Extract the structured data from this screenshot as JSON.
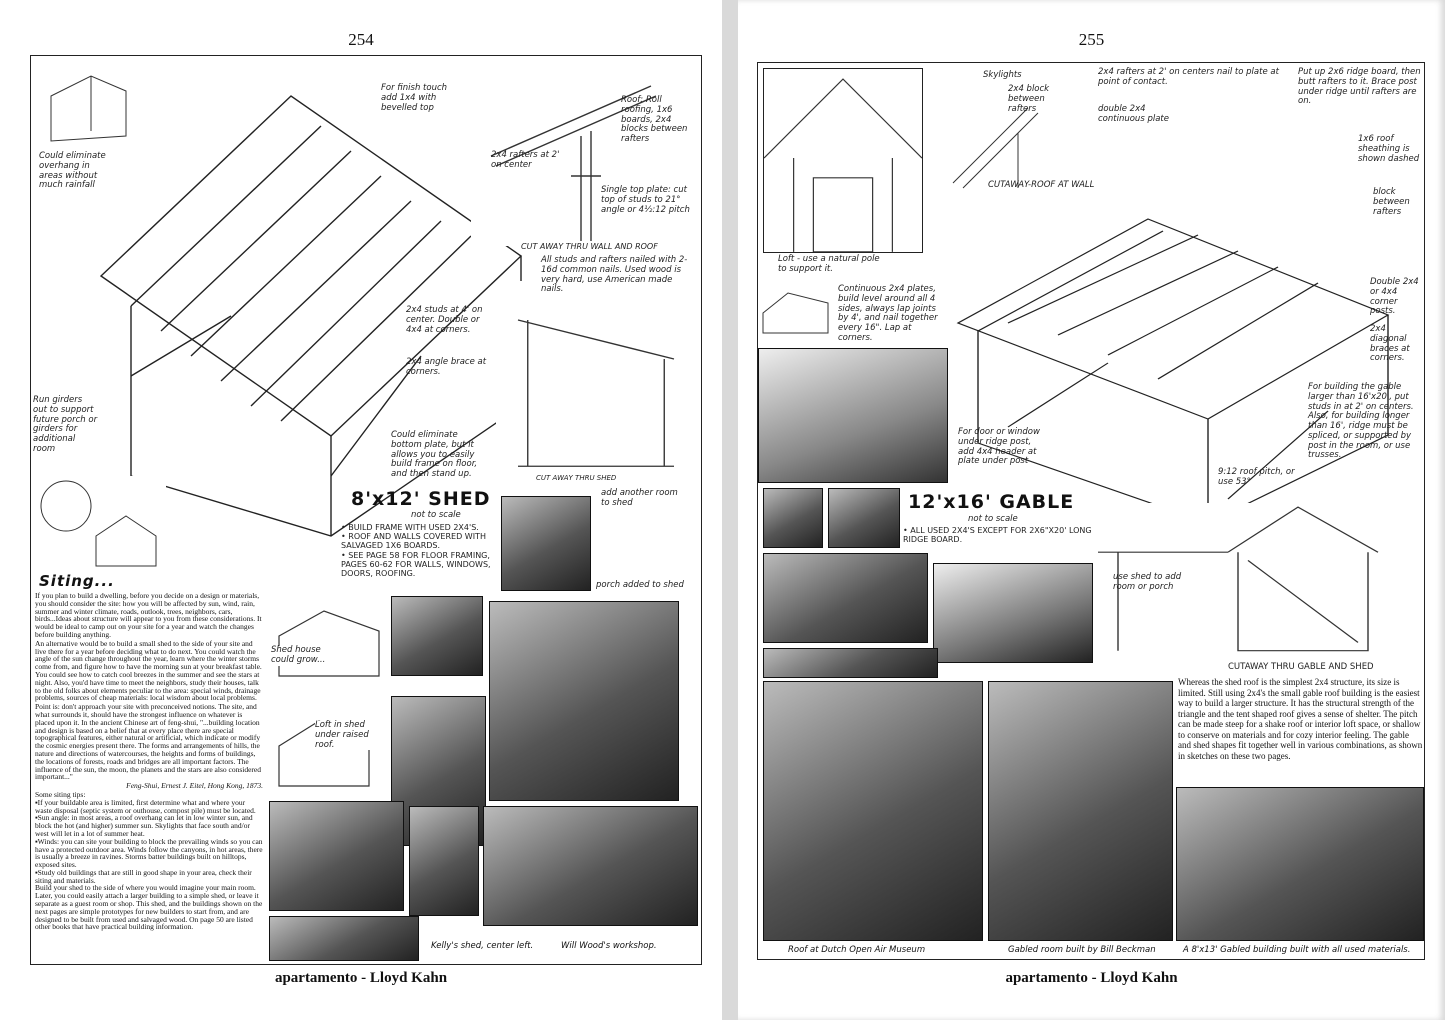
{
  "left_page": {
    "page_number": "254",
    "footer": "apartamento - Lloyd Kahn",
    "title": "8'x12' SHED",
    "subtitle": "not to scale",
    "notes": [
      "BUILD FRAME WITH USED 2X4'S.",
      "ROOF AND WALLS COVERED WITH SALVAGED 1X6 BOARDS.",
      "SEE PAGE 58 FOR FLOOR FRAMING, PAGES 60-62 FOR WALLS, WINDOWS, DOORS, ROOFING."
    ],
    "annotations": [
      "Could eliminate overhang in areas without much rainfall",
      "For finish touch add 1x4 with bevelled top",
      "Roof: Roll roofing, 1x6 boards, 2x4 blocks between rafters",
      "2x4 rafters at 2' on center",
      "Single top plate: cut top of studs to 21° angle or 4½:12 pitch",
      "CUT AWAY THRU WALL AND ROOF",
      "All studs and rafters nailed with 2-16d common nails. Used wood is very hard, use American made nails.",
      "2x4 studs at 4' on center. Double or 4x4 at corners.",
      "2x4 angle brace at corners.",
      "Run girders out to support future porch or girders for additional room",
      "Could eliminate bottom plate, but it allows you to easily build frame on floor, and then stand up.",
      "CUT AWAY THRU SHED",
      "Shed house could grow...",
      "Loft in shed under raised roof.",
      "add another room to shed",
      "porch added to shed"
    ],
    "siting_heading": "Siting...",
    "siting_paragraphs": [
      "If you plan to build a dwelling, before you decide on a design or materials, you should consider the site: how you will be affected by sun, wind, rain, summer and winter climate, roads, outlook, trees, neighbors, cars, birds...Ideas about structure will appear to you from these considerations. It would be ideal to camp out on your site for a year and watch the changes before building anything.",
      "An alternative would be to build a small shed to the side of your site and live there for a year before deciding what to do next. You could watch the angle of the sun change throughout the year, learn where the winter storms come from, and figure how to have the morning sun at your breakfast table. You could see how to catch cool breezes in the summer and see the stars at night. Also, you'd have time to meet the neighbors, study their houses, talk to the old folks about elements peculiar to the area: special winds, drainage problems, sources of cheap materials: local wisdom about local problems.",
      "Point is: don't approach your site with preconceived notions. The site, and what surrounds it, should have the strongest influence on whatever is placed upon it. In the ancient Chinese art of feng-shui, \"...building location and design is based on a belief that at every place there are special topographical features, either natural or artificial, which indicate or modify the cosmic energies present there. The forms and arrangements of hills, the nature and directions of watercourses, the heights and forms of buildings, the locations of forests, roads and bridges are all important factors. The influence of the sun, the moon, the planets and the stars are also considered important...\""
    ],
    "citation": "Feng-Shui, Ernest J. Eitel, Hong Kong, 1873.",
    "tips_heading": "Some siting tips:",
    "tips": [
      "If your buildable area is limited, first determine what and where your waste disposal (septic system or outhouse, compost pile) must be located.",
      "Sun angle: in most areas, a roof overhang can let in low winter sun, and block the hot (and higher) summer sun. Skylights that face south and/or west will let in a lot of summer heat.",
      "Winds: you can site your building to block the prevailing winds so you can have a protected outdoor area. Winds follow the canyons, in hot areas, there is usually a breeze in ravines. Storms batter buildings built on hilltops, exposed sites.",
      "Study old buildings that are still in good shape in your area, check their siting and materials."
    ],
    "closing": "Build your shed to the side of where you would imagine your main room. Later, you could easily attach a larger building to a simple shed, or leave it separate as a guest room or shop. This shed, and the buildings shown on the next pages are simple prototypes for new builders to start from, and are designed to be built from used and salvaged wood. On page 50 are listed other books that have practical building information.",
    "captions": [
      "Kelly's shed, center left.",
      "Will Wood's workshop."
    ]
  },
  "right_page": {
    "page_number": "255",
    "footer": "apartamento - Lloyd Kahn",
    "title": "12'x16' GABLE",
    "subtitle": "not to scale",
    "notes": [
      "ALL USED 2X4'S EXCEPT FOR 2X6\"X20' LONG RIDGE BOARD."
    ],
    "annotations": [
      "Skylights",
      "2x4 block between rafters",
      "2x4 rafters at 2' on centers nail to plate at point of contact.",
      "double 2x4 continuous plate",
      "CUTAWAY-ROOF AT WALL",
      "Put up 2x6 ridge board, then butt rafters to it. Brace post under ridge until rafters are on.",
      "1x6 roof sheathing is shown dashed",
      "block between rafters",
      "Loft - use a natural pole to support it.",
      "Continuous 2x4 plates, build level around all 4 sides, always lap joints by 4', and nail together every 16\". Lap at corners.",
      "Double 2x4 or 4x4 corner posts.",
      "2x4 diagonal braces at corners.",
      "For building the gable larger than 16'x20', put studs in at 2' on centers. Also, for building longer than 16', ridge must be spliced, or supported by post in the room, or use trusses.",
      "For door or window under ridge post, add 4x4 header at plate under post",
      "9:12 roof pitch, or use 53°",
      "use shed to add room or porch",
      "CUTAWAY THRU GABLE AND SHED"
    ],
    "paragraph": "Whereas the shed roof is the simplest 2x4 structure, its size is limited. Still using 2x4's the small gable roof building is the easiest way to build a larger structure. It has the structural strength of the triangle and the tent shaped roof gives a sense of shelter. The pitch can be made steep for a shake roof or interior loft space, or shallow to conserve on materials and for cozy interior feeling. The gable and shed shapes fit together well in various combinations, as shown in sketches on these two pages.",
    "captions": [
      "Roof at Dutch Open Air Museum",
      "Gabled room built by Bill Beckman",
      "A 8'x13' Gabled building built with all used materials."
    ]
  }
}
